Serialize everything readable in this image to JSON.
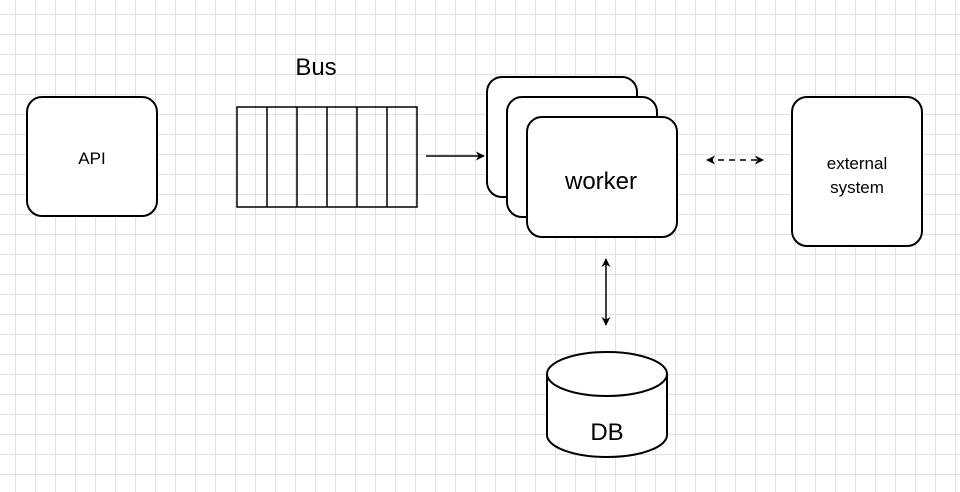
{
  "nodes": {
    "api": {
      "label": "API"
    },
    "bus": {
      "label": "Bus"
    },
    "worker": {
      "label": "worker"
    },
    "external": {
      "line1": "external",
      "line2": "system"
    },
    "db": {
      "label": "DB"
    }
  },
  "edges": [
    {
      "from": "bus",
      "to": "worker",
      "style": "solid",
      "direction": "forward"
    },
    {
      "from": "worker",
      "to": "external",
      "style": "dashed",
      "direction": "both"
    },
    {
      "from": "worker",
      "to": "db",
      "style": "solid",
      "direction": "both"
    }
  ],
  "colors": {
    "stroke": "#000000",
    "fill": "#ffffff",
    "grid": "#e2e2e2"
  }
}
